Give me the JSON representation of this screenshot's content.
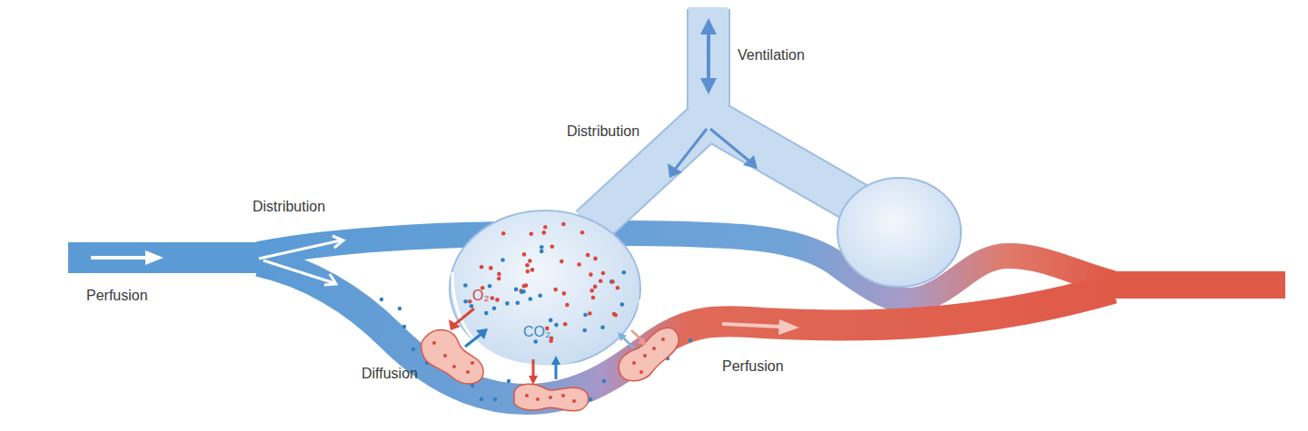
{
  "diagram": {
    "labels": [
      "Ventilation",
      "Distribution",
      "Distribution",
      "Perfusion",
      "O₂",
      "CO₂",
      "Diffusion",
      "Perfusion"
    ]
  }
}
